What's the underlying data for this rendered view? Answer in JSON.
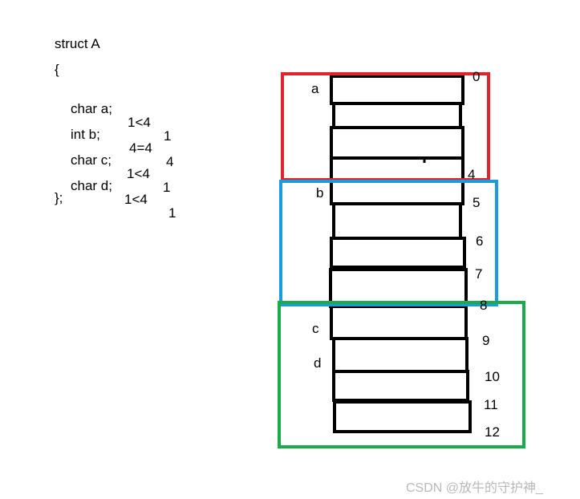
{
  "code": {
    "header": "struct A",
    "open_brace": "{",
    "members": [
      {
        "decl": "char a;",
        "calc": "1<4",
        "offset": "1"
      },
      {
        "decl": "int b;",
        "calc": "4=4",
        "offset": "4"
      },
      {
        "decl": "char c;",
        "calc": "1<4",
        "offset": "1"
      },
      {
        "decl": "char d;",
        "calc": "1<4",
        "offset": "1"
      }
    ],
    "close": "};"
  },
  "memory": {
    "cell_labels": {
      "a": "a",
      "b": "b",
      "c": "c",
      "d": "d"
    },
    "offsets": [
      "0",
      "4",
      "5",
      "6",
      "7",
      "8",
      "9",
      "10",
      "11",
      "12"
    ]
  },
  "colors": {
    "group_a": "#e0242b",
    "group_b": "#1a9bdc",
    "group_cd": "#1bab4b",
    "cells": "#000000"
  },
  "watermark": "CSDN @放牛的守护神_"
}
